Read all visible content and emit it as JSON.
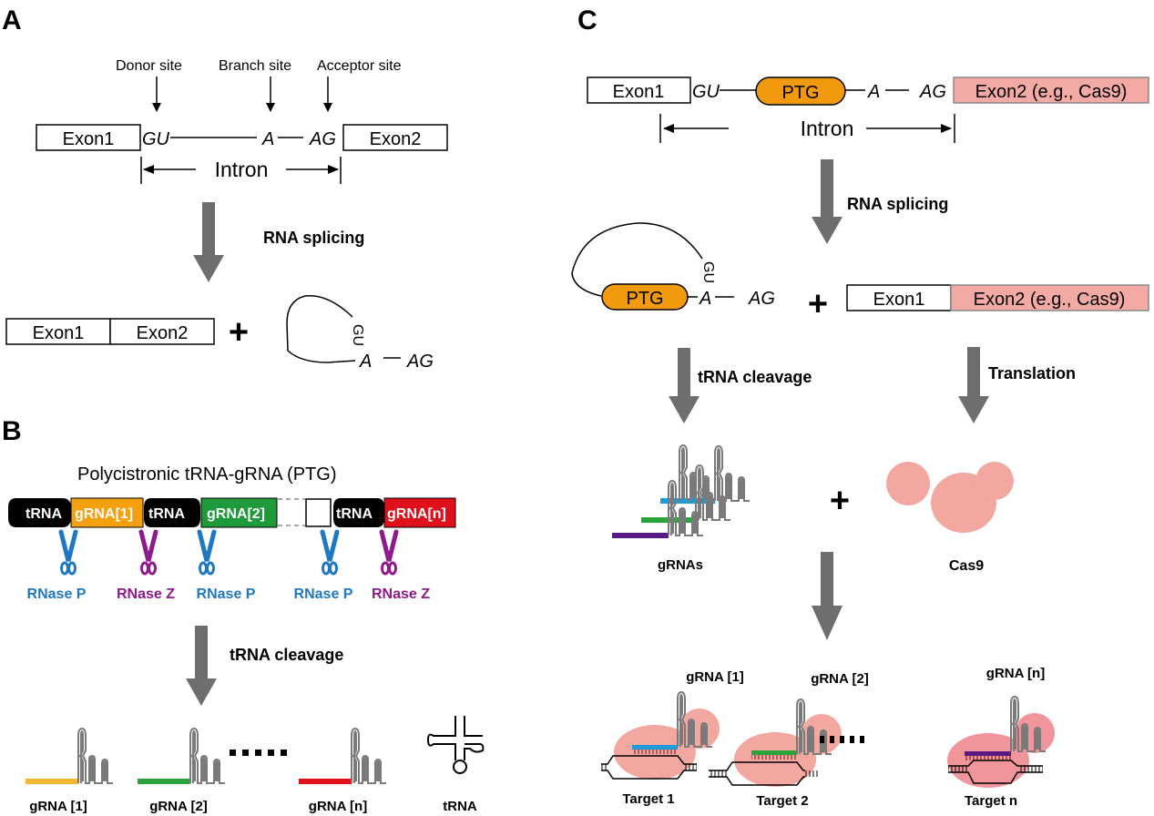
{
  "panels": {
    "a": "A",
    "b": "B",
    "c": "C"
  },
  "panel_a": {
    "sites": [
      "Donor site",
      "Branch site",
      "Acceptor site"
    ],
    "exon1": "Exon1",
    "exon2": "Exon2",
    "gu": "GU",
    "a": "A",
    "ag": "AG",
    "intron": "Intron",
    "step": "RNA splicing",
    "plus": "+",
    "lariat_gu": "GU",
    "lariat_a": "A",
    "lariat_ag": "AG"
  },
  "panel_b": {
    "title": "Polycistronic tRNA-gRNA (PTG)",
    "segments": [
      {
        "label": "tRNA",
        "color": "#000000"
      },
      {
        "label": "gRNA[1]",
        "color": "#f5a00f"
      },
      {
        "label": "tRNA",
        "color": "#000000"
      },
      {
        "label": "gRNA[2]",
        "color": "#1f9a3a"
      },
      {
        "label": "tRNA",
        "color": "#000000"
      },
      {
        "label": "gRNA[n]",
        "color": "#e0101a"
      }
    ],
    "enzymes": [
      {
        "label": "RNase P",
        "color": "#1f78c1"
      },
      {
        "label": "RNase Z",
        "color": "#8e1a8c"
      },
      {
        "label": "RNase P",
        "color": "#1f78c1"
      },
      {
        "label": "RNase P",
        "color": "#1f78c1"
      },
      {
        "label": "RNase Z",
        "color": "#8e1a8c"
      }
    ],
    "step": "tRNA cleavage",
    "products": [
      {
        "label": "gRNA [1]",
        "color": "#f5b731"
      },
      {
        "label": "gRNA [2]",
        "color": "#2aa33a"
      },
      {
        "label": "gRNA [n]",
        "color": "#e0101a"
      }
    ],
    "trna_label": "tRNA"
  },
  "panel_c": {
    "exon1": "Exon1",
    "gu": "GU",
    "ptg": "PTG",
    "a": "A",
    "ag": "AG",
    "exon2": "Exon2 (e.g., Cas9)",
    "intron": "Intron",
    "step_splice": "RNA splicing",
    "lariat_gu": "GU",
    "lariat_ptg": "PTG",
    "lariat_a": "A",
    "lariat_ag": "AG",
    "plus": "+",
    "mrna_exon1": "Exon1",
    "mrna_exon2": "Exon2 (e.g., Cas9)",
    "step_cleave": "tRNA cleavage",
    "step_translate": "Translation",
    "grnas_label": "gRNAs",
    "cas9_label": "Cas9",
    "plus2": "+",
    "targets": [
      {
        "grna": "gRNA [1]",
        "target": "Target 1",
        "color": "#1e9ad8"
      },
      {
        "grna": "gRNA [2]",
        "target": "Target 2",
        "color": "#2aa33a"
      },
      {
        "grna": "gRNA [n]",
        "target": "Target n",
        "color": "#5a1a86"
      }
    ]
  },
  "colors": {
    "ptg_orange": "#f29a0d",
    "cas9_pink": "#f2a7a0",
    "exon2_pink": "#f4aaa4",
    "arrow_grey": "#6e6e6e"
  }
}
